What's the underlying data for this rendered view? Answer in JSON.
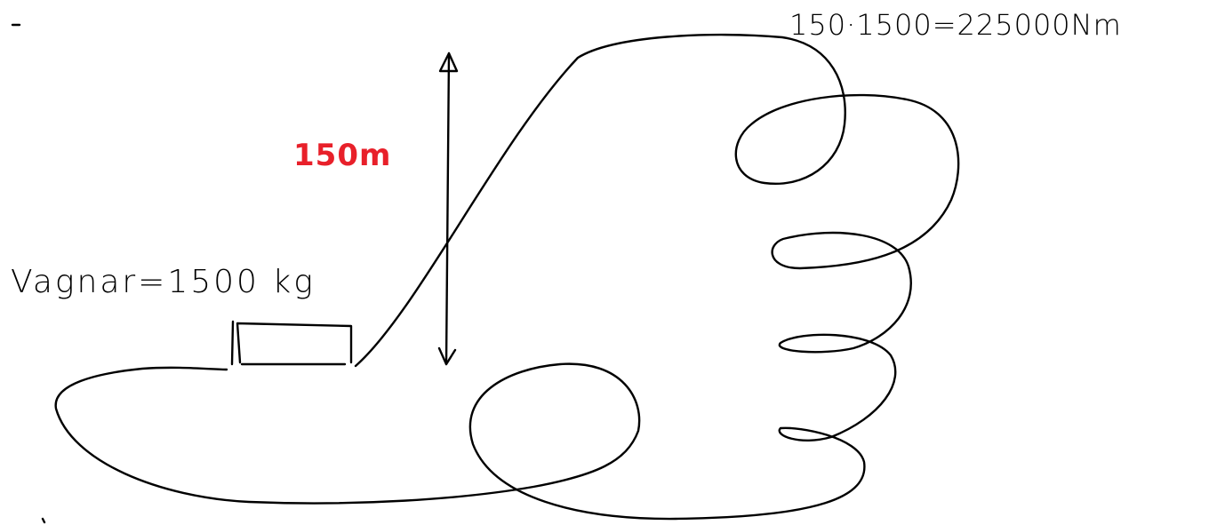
{
  "annotations": {
    "work_calculation": "150·1500=225000Nm",
    "height_label": "150m",
    "mass_label": "Vagnar=1500 kg"
  },
  "colors": {
    "ink": "#000000",
    "height_label_color": "#e8202a",
    "background": "#ffffff"
  },
  "elements": {
    "track": "roller-coaster-track",
    "cart": "cart-rectangle",
    "height_arrow": "double-headed-arrow"
  }
}
